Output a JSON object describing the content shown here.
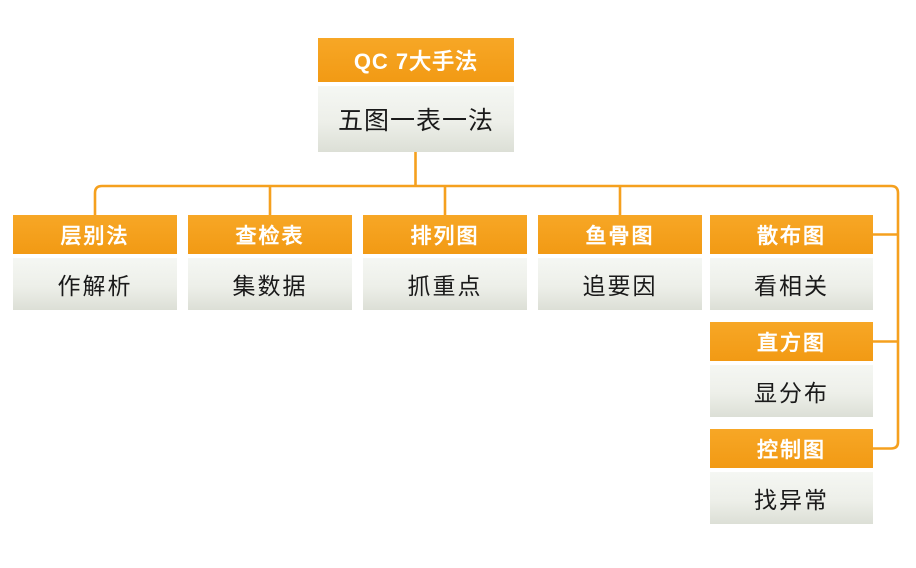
{
  "diagram": {
    "root": {
      "title": "QC 7大手法",
      "subtitle": "五图一表一法"
    },
    "nodes": [
      {
        "label": "层别法",
        "desc": "作解析"
      },
      {
        "label": "查检表",
        "desc": "集数据"
      },
      {
        "label": "排列图",
        "desc": "抓重点"
      },
      {
        "label": "鱼骨图",
        "desc": "追要因"
      },
      {
        "label": "散布图",
        "desc": "看相关"
      },
      {
        "label": "直方图",
        "desc": "显分布"
      },
      {
        "label": "控制图",
        "desc": "找异常"
      }
    ],
    "colors": {
      "accent": "#F5A01E",
      "header_text": "#FFFFFF",
      "body_text": "#1A1A1A",
      "body_fill_top": "#F5F7F3",
      "body_fill_bottom": "#DCDFD6"
    }
  }
}
